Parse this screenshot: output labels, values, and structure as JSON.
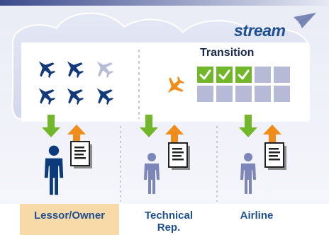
{
  "brand": {
    "name": "stream"
  },
  "transition": {
    "title": "Transition",
    "checked_tiles": 3,
    "empty_tiles": 7
  },
  "roles": [
    {
      "label": "Lessor/Owner",
      "highlighted": true
    },
    {
      "label": "Technical Rep.",
      "highlighted": false
    },
    {
      "label": "Airline",
      "highlighted": false
    }
  ],
  "colors": {
    "plane_dark": "#123a7a",
    "plane_faded": "#b7bcd6",
    "plane_highlight": "#f08c1a",
    "arrow_down": "#72b62a",
    "arrow_up": "#f08c1a",
    "person_primary": "#0d3a7a",
    "person_secondary": "#7d86b8",
    "tile_checked": "#72b62a",
    "tile_empty": "#b6bad6",
    "cloud_fill": "#dde0f0",
    "highlight_band": "#f8d9a8"
  }
}
